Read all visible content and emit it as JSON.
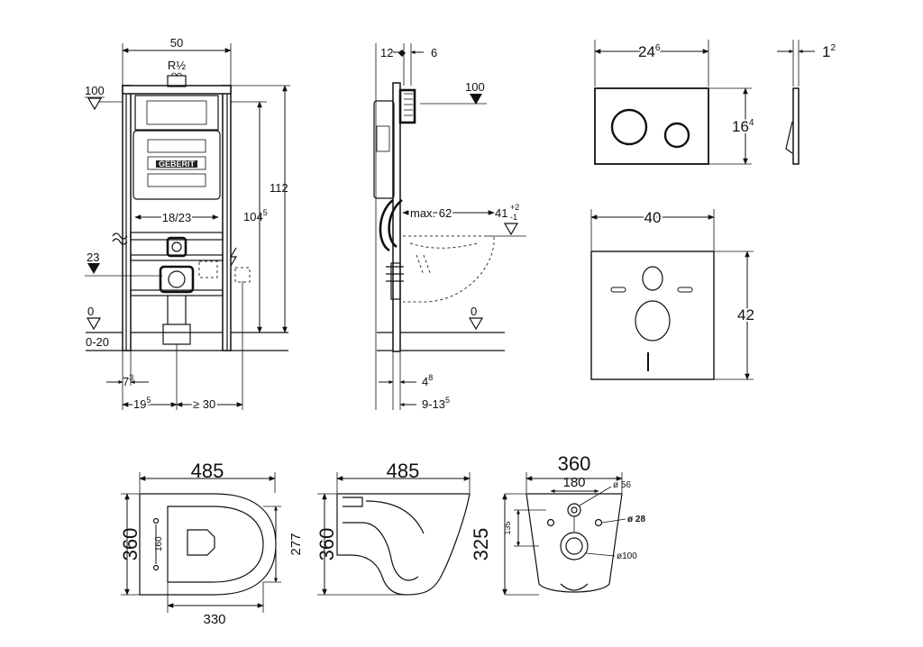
{
  "frame_front": {
    "width": "50",
    "connection": "R½",
    "level_100": "100",
    "level_23": "23",
    "level_0": "0",
    "floor_range": "0-20",
    "actuator_span": "18/23",
    "height_total": "112",
    "height_partial_base": "104",
    "height_partial_sup": "5",
    "offset_73_base": "7",
    "offset_73_sup": "3",
    "offset_195_base": "19",
    "offset_195_sup": "5",
    "offset_min30": "≥ 30",
    "brand_badge": "GEBERIT"
  },
  "frame_side": {
    "dim_12": "12",
    "dim_6": "6",
    "level_100": "100",
    "max_62": "max. 62",
    "dim_41_base": "41",
    "dim_41_tol_top": "+2",
    "dim_41_tol_bot": "-1",
    "level_0": "0",
    "dim_4_base": "4",
    "dim_4_sup": "8",
    "dim_9_13_base": "9-13",
    "dim_9_13_sup": "5"
  },
  "flush_plate": {
    "width_base": "24",
    "width_sup": "6",
    "height_base": "16",
    "height_sup": "4",
    "depth_base": "1",
    "depth_sup": "2"
  },
  "insulation_mat": {
    "width": "40",
    "height": "42"
  },
  "toilet_top": {
    "length": "485",
    "width": "360",
    "inner_length": "330",
    "inner_width": "277",
    "bolt_spacing": "160"
  },
  "toilet_side": {
    "length": "485",
    "height": "360"
  },
  "toilet_back": {
    "width": "360",
    "bolt_spacing": "180",
    "height": "325",
    "inlet_height": "135",
    "inlet_diameter": "ø 56",
    "bolt_diameter": "ø 28",
    "outlet_diameter": "ø100"
  }
}
